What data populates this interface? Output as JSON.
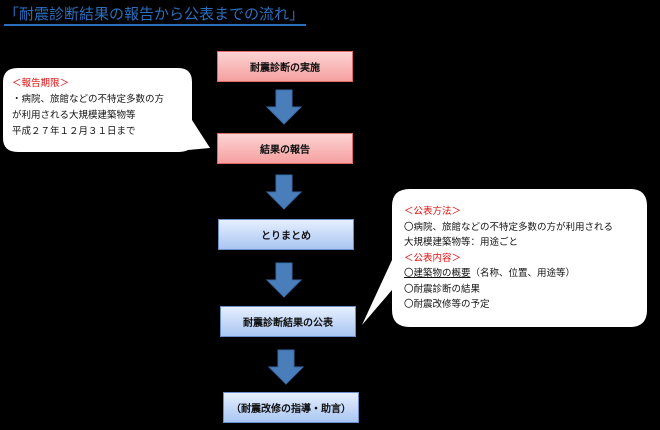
{
  "title": "「耐震診断結果の報告から公表までの流れ」",
  "steps": [
    "耐震診断の実施",
    "結果の報告",
    "とりまとめ",
    "耐震診断結果の公表",
    "（耐震改修の指導・助言）"
  ],
  "left_note": {
    "heading": "＜報告期限＞",
    "lines": [
      "・病院、旅館などの不特定多数の方",
      "が利用される大規模建築物等",
      "平成２７年１２月３１日まで"
    ]
  },
  "right_note": {
    "heading1": "＜公表方法＞",
    "lines1": [
      "〇病院、旅館などの不特定多数の方が利用される",
      "大規模建築物等：用途ごと"
    ],
    "heading2": "＜公表内容＞",
    "item1_underlined": "〇建築物の概要",
    "item1_rest": "（名称、位置、用途等）",
    "lines2": [
      "〇耐震診断の結果",
      "〇耐震改修等の予定"
    ]
  },
  "colors": {
    "title": "#2a6ebd",
    "arrow": "#4a7ebb",
    "heading_red": "#e01010"
  }
}
